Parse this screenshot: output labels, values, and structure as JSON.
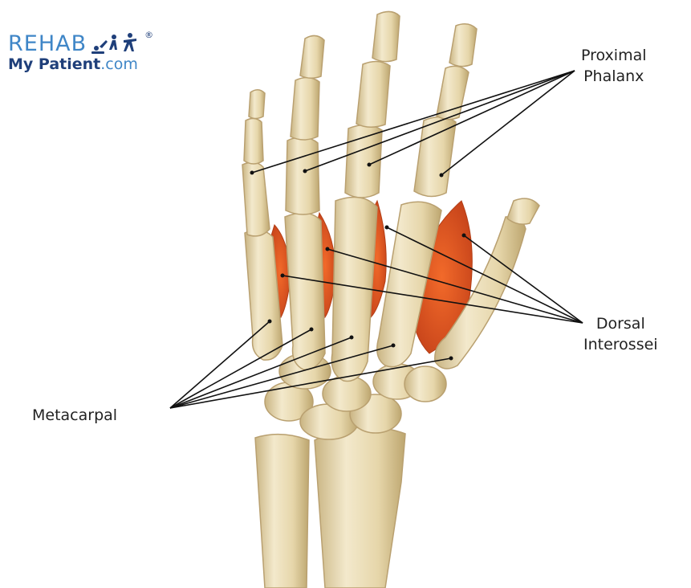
{
  "logo": {
    "line1": "REHAB",
    "registered": "®",
    "line2_main": "My Patient",
    "line2_suffix": ".com"
  },
  "labels": {
    "proximal_phalanx": [
      "Proximal",
      "Phalanx"
    ],
    "dorsal_interossei": [
      "Dorsal",
      "Interossei"
    ],
    "metacarpal": "Metacarpal"
  },
  "colors": {
    "background": "#ffffff",
    "bone": "#e9dcb6",
    "bone_shadow": "#c9b482",
    "bone_highlight": "#f6eed6",
    "muscle": "#e85a22",
    "muscle_dark": "#c6431a",
    "leader_line": "#111111",
    "logo_blue": "#3f86c7",
    "logo_navy": "#1f3f7a"
  }
}
